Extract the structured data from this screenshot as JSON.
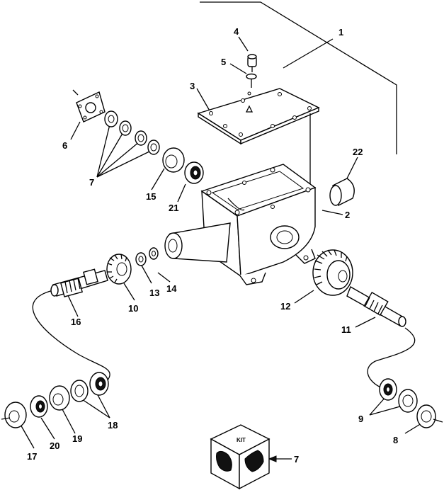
{
  "callouts": [
    {
      "id": "c1",
      "text": "1"
    },
    {
      "id": "c2",
      "text": "2"
    },
    {
      "id": "c3",
      "text": "3"
    },
    {
      "id": "c4",
      "text": "4"
    },
    {
      "id": "c5",
      "text": "5"
    },
    {
      "id": "c6",
      "text": "6"
    },
    {
      "id": "c7a",
      "text": "7"
    },
    {
      "id": "c8",
      "text": "8"
    },
    {
      "id": "c9",
      "text": "9"
    },
    {
      "id": "c10",
      "text": "10"
    },
    {
      "id": "c11",
      "text": "11"
    },
    {
      "id": "c12",
      "text": "12"
    },
    {
      "id": "c13",
      "text": "13"
    },
    {
      "id": "c14",
      "text": "14"
    },
    {
      "id": "c15",
      "text": "15"
    },
    {
      "id": "c16",
      "text": "16"
    },
    {
      "id": "c17",
      "text": "17"
    },
    {
      "id": "c18",
      "text": "18"
    },
    {
      "id": "c19",
      "text": "19"
    },
    {
      "id": "c20",
      "text": "20"
    },
    {
      "id": "c21",
      "text": "21"
    },
    {
      "id": "c22",
      "text": "22"
    },
    {
      "id": "c7b",
      "text": "7"
    }
  ],
  "kit_box": {
    "label": "KIT"
  }
}
